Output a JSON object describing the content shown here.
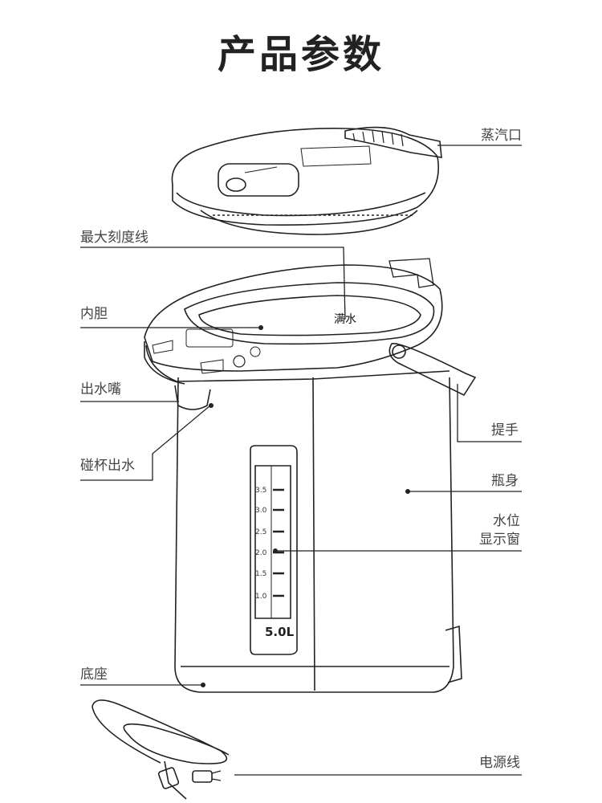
{
  "title": "产品参数",
  "labels": {
    "steam_vent": "蒸汽口",
    "max_line": "最大刻度线",
    "inner_pot": "内胆",
    "spout": "出水嘴",
    "cup_touch": "碰杯出水",
    "handle": "提手",
    "body": "瓶身",
    "water_window_1": "水位",
    "water_window_2": "显示窗",
    "base": "底座",
    "power_cord": "电源线"
  },
  "product_marks": {
    "full_water": "满水",
    "capacity": "5.0L",
    "ticks": [
      "3.5",
      "3.0",
      "2.5",
      "2.0",
      "1.5",
      "1.0"
    ]
  }
}
